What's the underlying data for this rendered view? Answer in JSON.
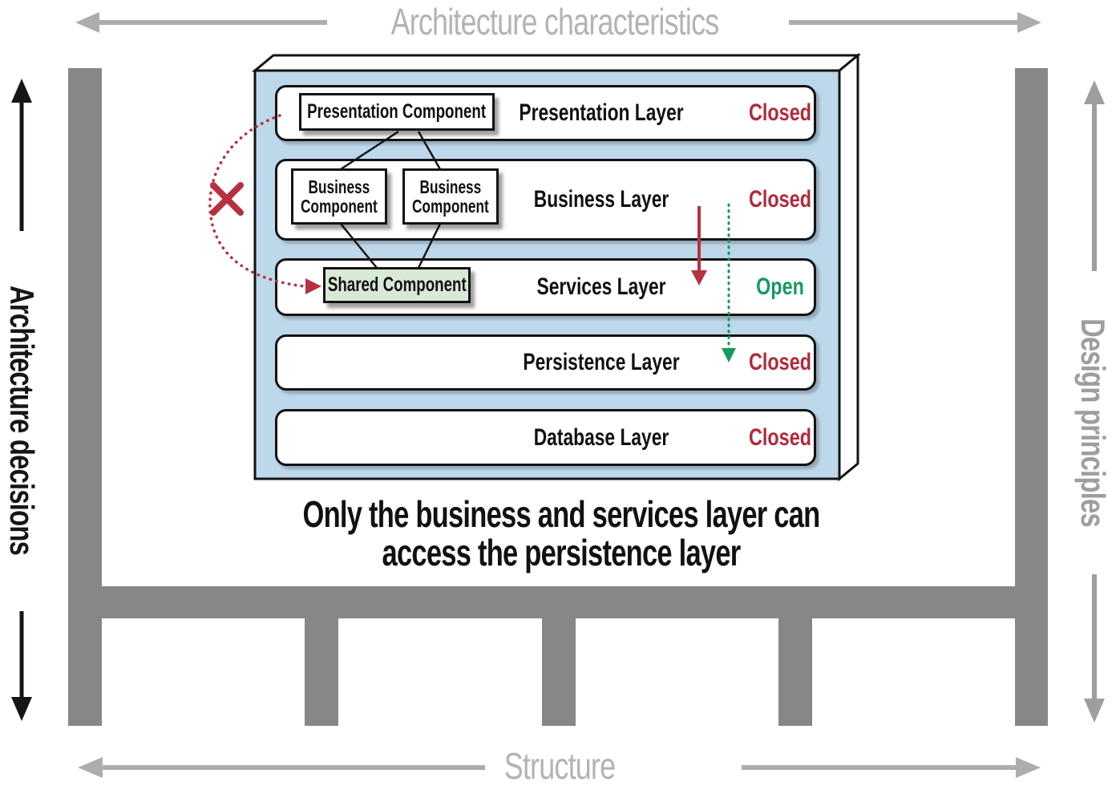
{
  "frame": {
    "top_label": "Architecture characteristics",
    "bottom_label": "Structure",
    "left_label": "Architecture decisions",
    "right_label": "Design principles"
  },
  "diagram": {
    "layers": [
      {
        "name": "Presentation Layer",
        "status": "Closed"
      },
      {
        "name": "Business Layer",
        "status": "Closed"
      },
      {
        "name": "Services Layer",
        "status": "Open"
      },
      {
        "name": "Persistence Layer",
        "status": "Closed"
      },
      {
        "name": "Database Layer",
        "status": "Closed"
      }
    ],
    "components": {
      "presentation": "Presentation Component",
      "business_left": "Business Component",
      "business_right": "Business Component",
      "shared": "Shared Component"
    },
    "caption": {
      "line1": "Only the business and services layer can",
      "line2": "access the persistence layer"
    }
  },
  "colors": {
    "closed_red": "#b3293a",
    "open_green": "#169a5f",
    "arrow_red": "#b8303f",
    "arrow_green": "#169a5f",
    "box_blue": "#bdd7eb",
    "shared_green_bg": "#d8e9d8",
    "frame_gray": "#878787",
    "label_gray": "#b3b3b3"
  }
}
